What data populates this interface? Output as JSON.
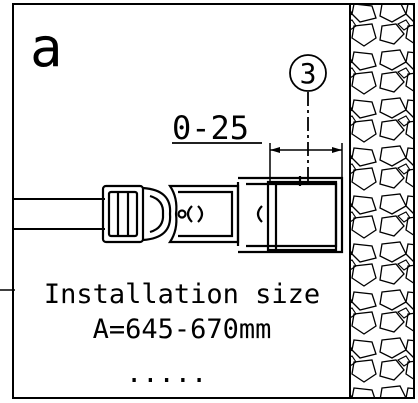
{
  "panel_letter": "a",
  "callout_number": "3",
  "dimension_label": "0-25",
  "caption": {
    "line1": "Installation size",
    "line2": "A=645-670mm",
    "line3": "....."
  },
  "colors": {
    "ink": "#000000",
    "background": "#ffffff"
  }
}
